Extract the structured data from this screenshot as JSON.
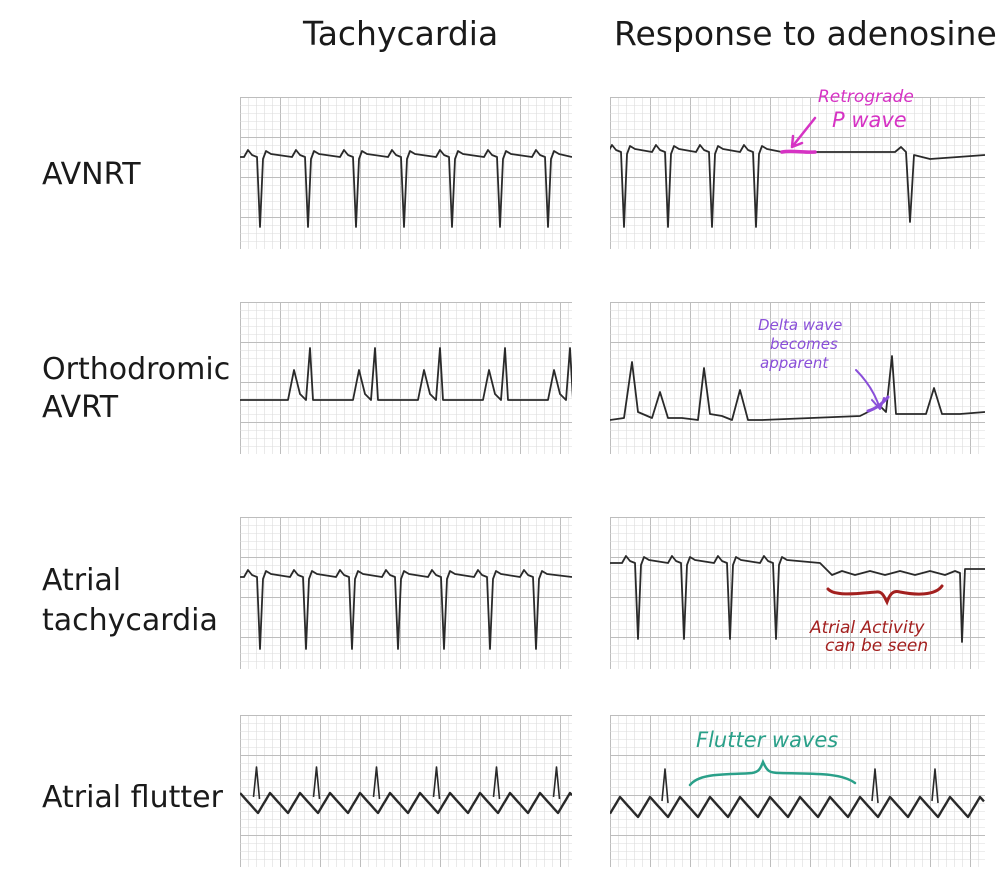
{
  "column_headers": {
    "left": "Tachycardia",
    "right": "Response to adenosine"
  },
  "rows": [
    {
      "lines": [
        "AVNRT"
      ]
    },
    {
      "lines": [
        "Orthodromic",
        "AVRT"
      ]
    },
    {
      "lines": [
        "Atrial",
        "tachycardia"
      ]
    },
    {
      "lines": [
        "Atrial flutter"
      ]
    }
  ],
  "annotations": {
    "avnrt": {
      "lines": [
        "Retrograde",
        "P wave"
      ],
      "color": "#d633c4"
    },
    "avrt": {
      "lines": [
        "Delta wave",
        "becomes",
        "apparent"
      ],
      "color": "#8a4fd9"
    },
    "atrial_tach": {
      "lines": [
        "Atrial Activity",
        "can be seen"
      ],
      "color": "#a3201f"
    },
    "flutter": {
      "lines": [
        "Flutter waves"
      ],
      "color": "#2aa089"
    }
  },
  "colors": {
    "grid_minor": "#dcdcdc",
    "grid_major": "#bdbdbd",
    "trace": "#2a2a2a"
  }
}
